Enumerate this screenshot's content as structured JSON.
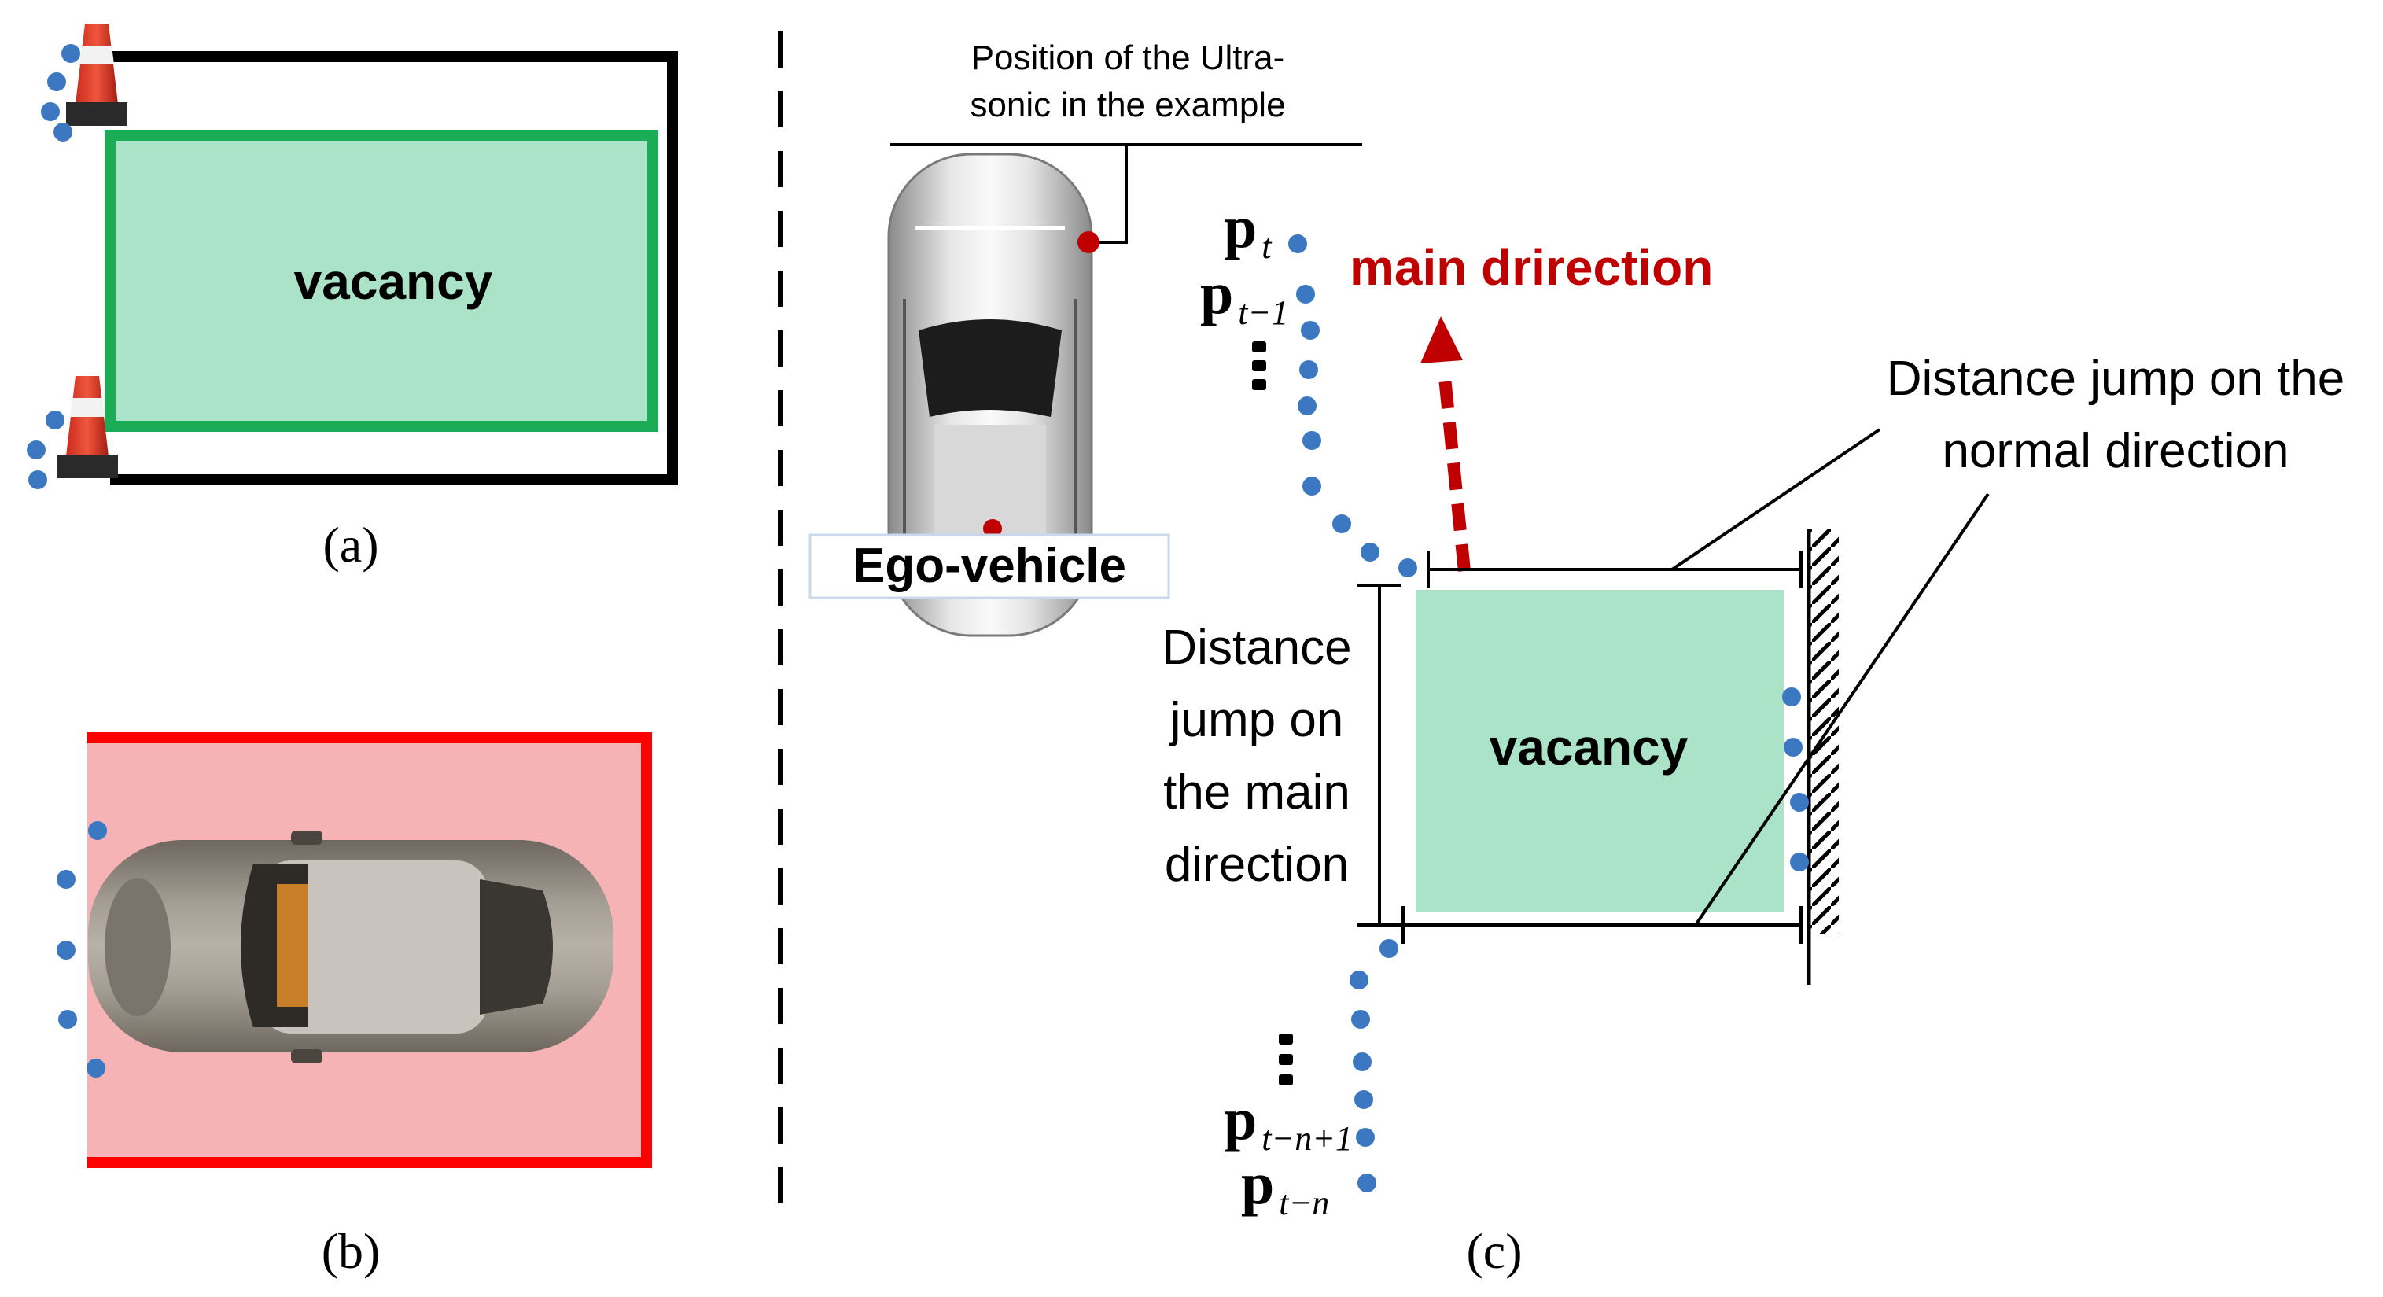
{
  "panel_a": {
    "vacancy_label": "vacancy",
    "caption": "(a)",
    "colors": {
      "vacancy_fill": "#abe3c9",
      "vacancy_border": "#1aad55",
      "outline": "#000000",
      "dot": "#3b78c1"
    },
    "icons": [
      "traffic-cone-icon"
    ]
  },
  "panel_b": {
    "caption": "(b)",
    "colors": {
      "slot_fill": "#f5b3b5",
      "slot_border": "#ff0000",
      "car_body": "#8c857c",
      "dot": "#3b78c1"
    },
    "icons": [
      "parked-car-icon"
    ]
  },
  "panel_c": {
    "caption": "(c)",
    "ultrasonic_note_line1": "Position of the Ultra-",
    "ultrasonic_note_line2": "sonic in the example",
    "ego_label": "Ego-vehicle",
    "main_direction": "main drirection",
    "normal_jump_line1": "Distance jump on the",
    "normal_jump_line2": "normal direction",
    "main_jump_line1": "Distance",
    "main_jump_line2": "jump on",
    "main_jump_line3": "the main",
    "main_jump_line4": "direction",
    "vacancy_label": "vacancy",
    "p_symbol": "p",
    "sub_t": "t",
    "sub_t1": "t−1",
    "sub_tn1": "t−n+1",
    "sub_tn": "t−n",
    "colors": {
      "vacancy_fill": "#abe3c9",
      "arrow": "#c00000",
      "dot": "#3b78c1",
      "sensor": "#c00000"
    },
    "icons": [
      "ego-car-icon",
      "wall-hatch-icon",
      "ellipsis-icon"
    ]
  }
}
